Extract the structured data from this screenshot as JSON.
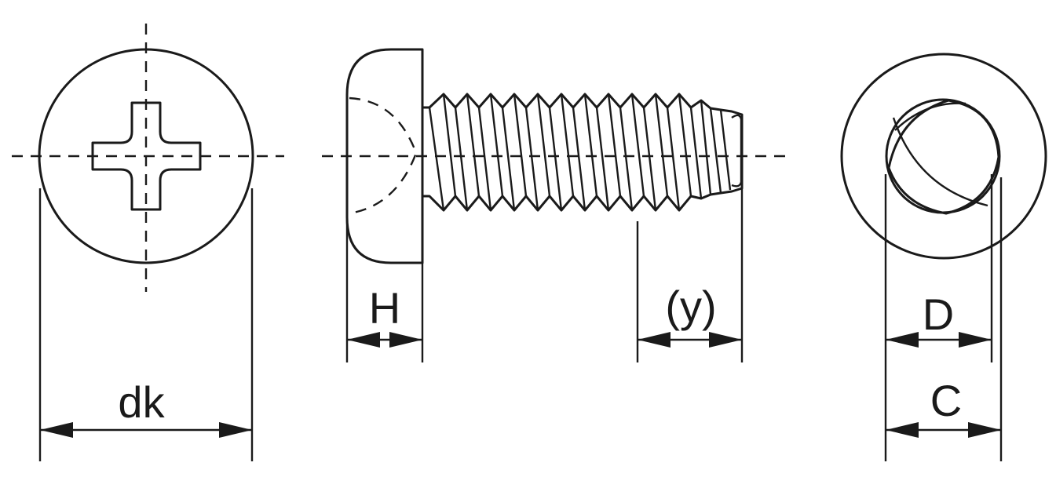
{
  "labels": {
    "head_diameter": "dk",
    "head_height": "H",
    "tip_length": "(y)",
    "thread_d": "D",
    "thread_c": "C"
  },
  "icons": [
    "phillips-recess-icon",
    "pan-head-screw-icon",
    "trilobular-thread-icon"
  ],
  "colors": {
    "line": "#1a1a1a",
    "background": "#ffffff"
  }
}
